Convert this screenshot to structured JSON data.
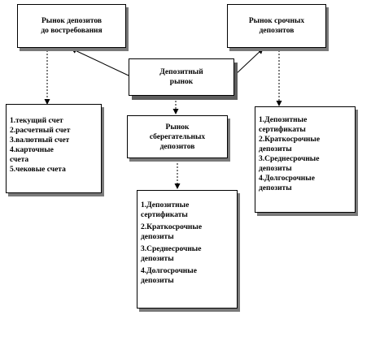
{
  "nodes": {
    "demand_market": {
      "lines": [
        "Рынок депозитов",
        "до востребования"
      ]
    },
    "term_market": {
      "lines": [
        "Рынок срочных",
        "депозитов"
      ]
    },
    "deposit_market": {
      "lines": [
        "Депозитный",
        "рынок"
      ]
    },
    "savings_market": {
      "lines": [
        "Рынок",
        "сберегательных",
        "депозитов"
      ]
    },
    "demand_list": {
      "items": [
        "1.текущий  счет",
        "2.расчетный счет",
        "3.валютный  счет",
        "4.карточные\nсчета",
        "5.чековые счета"
      ]
    },
    "savings_list": {
      "items": [
        "1.Депозитные\nсертификаты",
        "2.Краткосрочные\nдепозиты",
        "3.Среднесрочные\nдепозиты",
        "4.Долгосрочные\nдепозиты"
      ]
    },
    "term_list": {
      "items": [
        "1.Депозитные\nсертификаты",
        "2.Краткосрочные\nдепозиты",
        "3.Среднесрочные\nдепозиты",
        "4.Долгосрочные\nдепозиты"
      ]
    }
  }
}
